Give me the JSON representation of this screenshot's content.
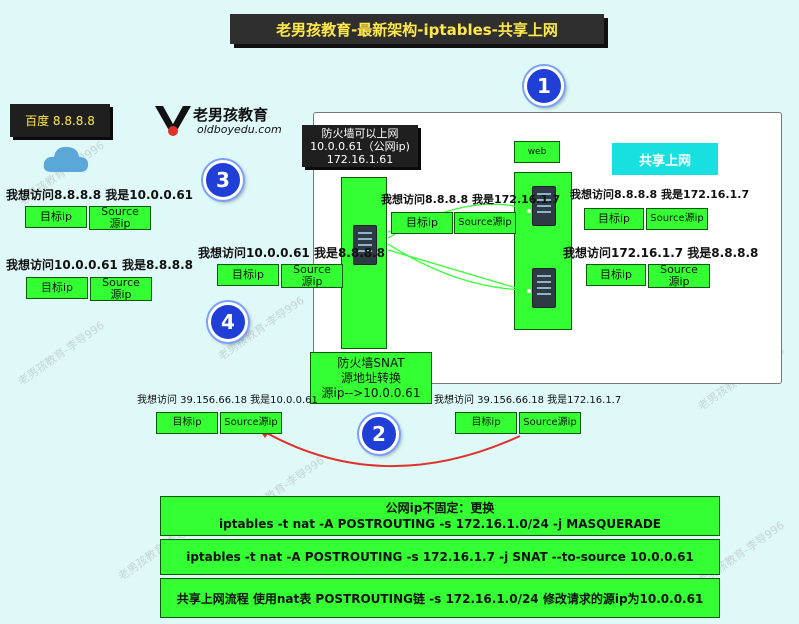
{
  "title": "老男孩教育-最新架构-iptables-共享上网",
  "logo": {
    "name": "老男孩教育",
    "url": "oldboyedu.com"
  },
  "baidu": "百度 8.8.8.8",
  "firewall_header": {
    "line1": "防火墙可以上网",
    "line2": "10.0.0.61（公网ip)",
    "line3": "172.16.1.61"
  },
  "web_label": "web",
  "share_label": "共享上网",
  "left": {
    "msg1": "我想访问8.8.8.8 我是10.0.0.61",
    "msg2": "我想访问10.0.0.61 我是8.8.8.8",
    "msg3": "我想访问10.0.0.61 我是8.8.8.8"
  },
  "middle": {
    "msg1": "我想访问8.8.8.8 我是172.16.1.7"
  },
  "right": {
    "msg1": "我想访问8.8.8.8 我是172.16.1.7",
    "msg2": "我想访问172.16.1.7 我是8.8.8.8"
  },
  "labels": {
    "target": "目标ip",
    "source_line1": "Source",
    "source_line2": "源ip",
    "source_inline": "Source源ip"
  },
  "snat": {
    "line1": "防火墙SNAT",
    "line2": "源地址转换",
    "line3": "源ip-->10.0.0.61"
  },
  "bottom": {
    "left_msg": "我想访问 39.156.66.18 我是10.0.0.61",
    "right_msg": "我想访问 39.156.66.18 我是172.16.1.7"
  },
  "badges": [
    "1",
    "2",
    "3",
    "4"
  ],
  "commands": {
    "c1_title": "公网ip不固定：更换",
    "c1_cmd": "iptables -t nat -A POSTROUTING   -s 172.16.1.0/24   -j  MASQUERADE",
    "c2": "iptables -t nat -A POSTROUTING  -s 172.16.1.7   -j SNAT  --to-source 10.0.0.61",
    "c3": "共享上网流程 使用nat表  POSTROUTING链    -s 172.16.1.0/24  修改请求的源ip为10.0.0.61"
  },
  "watermark": "老男孩教育-李导996",
  "colors": {
    "green": "#33ff33",
    "badge": "#1f3fd6",
    "title_text": "#ffe94a",
    "arrow": "#e0302a"
  }
}
